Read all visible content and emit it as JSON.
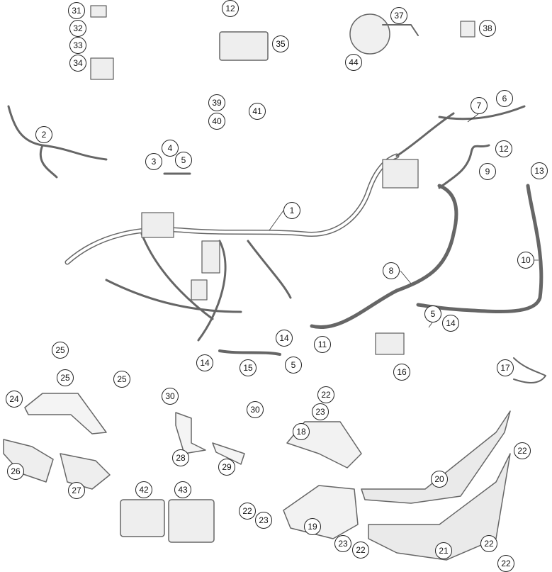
{
  "diagram": {
    "callouts": [
      "31",
      "32",
      "33",
      "34",
      "12",
      "35",
      "37",
      "38",
      "44",
      "39",
      "40",
      "41",
      "2",
      "4",
      "5",
      "3",
      "1",
      "7",
      "6",
      "12",
      "9",
      "13",
      "10",
      "8",
      "5",
      "14",
      "11",
      "14",
      "5",
      "15",
      "14",
      "16",
      "17",
      "25",
      "25",
      "25",
      "24",
      "30",
      "30",
      "28",
      "29",
      "26",
      "27",
      "22",
      "23",
      "18",
      "20",
      "22",
      "42",
      "43",
      "22",
      "23",
      "19",
      "23",
      "22",
      "21",
      "22",
      "22"
    ]
  }
}
